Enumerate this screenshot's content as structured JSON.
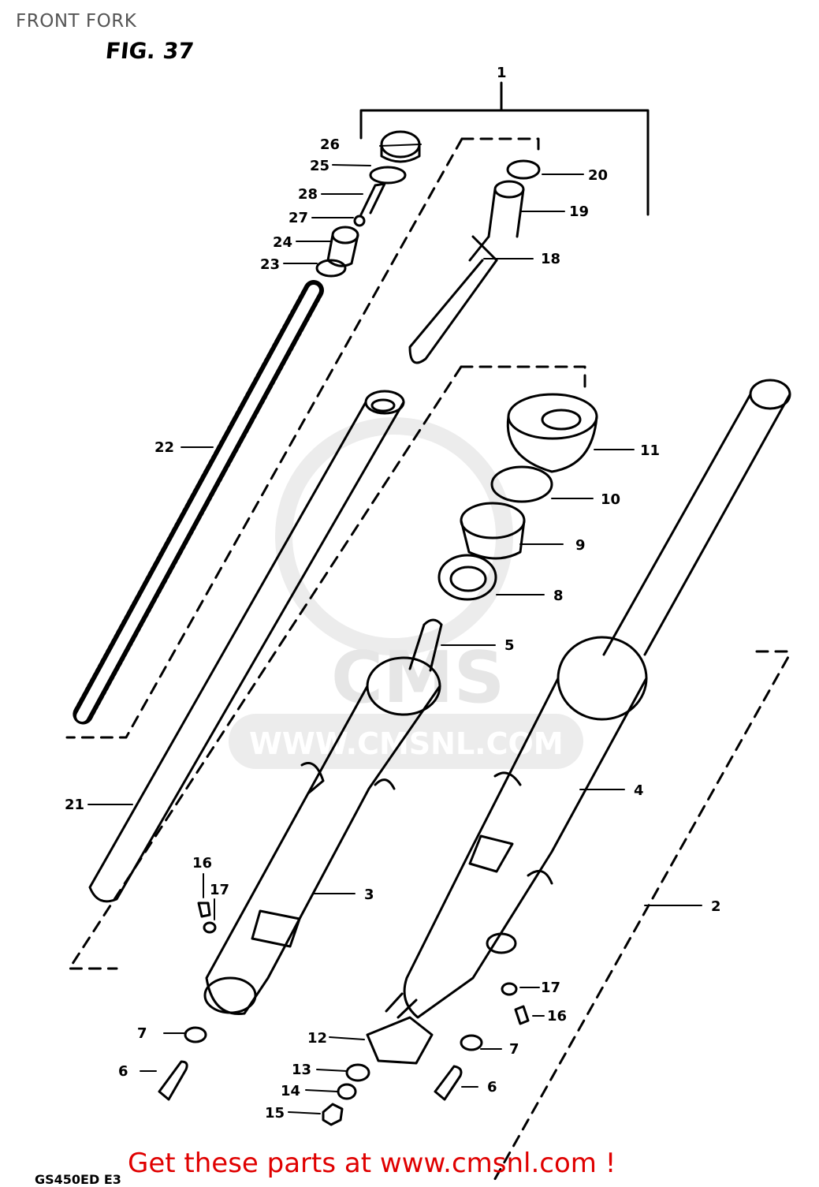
{
  "page_title": "FRONT FORK",
  "figure_label": "FIG. 37",
  "footer_code": "GS450ED E3",
  "promo_text": "Get these parts at www.cmsnl.com !",
  "watermark": {
    "brand": "CMS",
    "url": "WWW.CMSNL.COM"
  },
  "callouts": [
    {
      "key": "c1",
      "number": "1"
    },
    {
      "key": "c2",
      "number": "2"
    },
    {
      "key": "c3",
      "number": "3"
    },
    {
      "key": "c4",
      "number": "4"
    },
    {
      "key": "c5",
      "number": "5"
    },
    {
      "key": "c6a",
      "number": "6"
    },
    {
      "key": "c6b",
      "number": "6"
    },
    {
      "key": "c7a",
      "number": "7"
    },
    {
      "key": "c7b",
      "number": "7"
    },
    {
      "key": "c8",
      "number": "8"
    },
    {
      "key": "c9",
      "number": "9"
    },
    {
      "key": "c10",
      "number": "10"
    },
    {
      "key": "c11",
      "number": "11"
    },
    {
      "key": "c12",
      "number": "12"
    },
    {
      "key": "c13",
      "number": "13"
    },
    {
      "key": "c14",
      "number": "14"
    },
    {
      "key": "c15",
      "number": "15"
    },
    {
      "key": "c16a",
      "number": "16"
    },
    {
      "key": "c16b",
      "number": "16"
    },
    {
      "key": "c17a",
      "number": "17"
    },
    {
      "key": "c17b",
      "number": "17"
    },
    {
      "key": "c18",
      "number": "18"
    },
    {
      "key": "c19",
      "number": "19"
    },
    {
      "key": "c20",
      "number": "20"
    },
    {
      "key": "c21",
      "number": "21"
    },
    {
      "key": "c22",
      "number": "22"
    },
    {
      "key": "c23",
      "number": "23"
    },
    {
      "key": "c24",
      "number": "24"
    },
    {
      "key": "c25",
      "number": "25"
    },
    {
      "key": "c26",
      "number": "26"
    },
    {
      "key": "c27",
      "number": "27"
    },
    {
      "key": "c28",
      "number": "28"
    }
  ]
}
